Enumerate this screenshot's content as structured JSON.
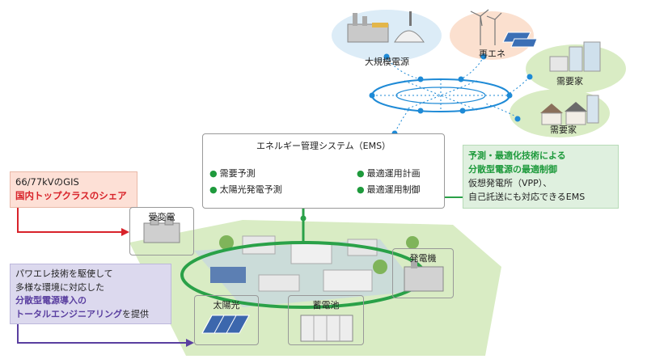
{
  "nodes": {
    "large_power": "大規模電源",
    "renewable": "再エネ",
    "consumer_1": "需要家",
    "consumer_2": "需要家"
  },
  "ems": {
    "title": "エネルギー管理システム（EMS）",
    "items": [
      "需要予測",
      "太陽光発電予測",
      "最適運用計画",
      "最適運用制御"
    ]
  },
  "gis": {
    "line1": "66/77kVのGIS",
    "line2": "国内トップクラスのシェア"
  },
  "power_electronics": {
    "line1": "パワエレ技術を駆使して",
    "line2": "多様な環境に対応した",
    "line3": "分散型電源導入の",
    "line4_highlight": "トータルエンジニアリング",
    "line4_rest": "を提供"
  },
  "optimization": {
    "line1": "予測・最適化技術による",
    "line2": "分散型電源の最適制御",
    "line3": "仮想発電所（VPP）、",
    "line4": "自己託送にも対応できるEMS"
  },
  "facilities": {
    "substation": "受変電",
    "solar": "太陽光",
    "battery": "蓄電池",
    "generator": "発電機"
  },
  "colors": {
    "red_accent": "#d8232a",
    "green_accent": "#1e9a3c",
    "purple_accent": "#5a3fa0",
    "network_blue": "#1e8ad6",
    "ground_green": "#d9ecc4"
  }
}
